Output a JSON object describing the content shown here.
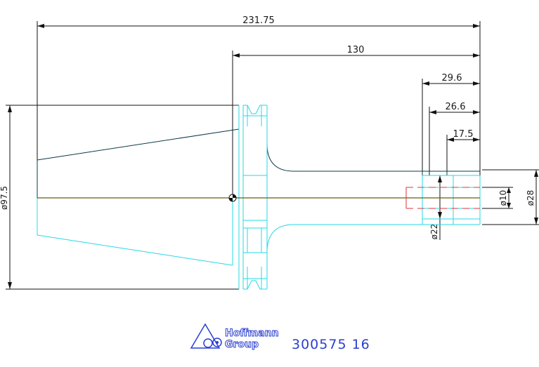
{
  "dimensions": {
    "overall_length": "231.75",
    "shank_length": "130",
    "bore_depth_1": "29.6",
    "bore_depth_2": "26.6",
    "bore_depth_3": "17.5",
    "flange_diameter": "ø97.5",
    "bore_diameter_10": "ø10",
    "bore_diameter_28": "ø28",
    "bore_diameter_22": "ø22"
  },
  "logo": {
    "word_1": "Hoffmann",
    "word_2": "Group",
    "icon": "hoffmann-group-logo"
  },
  "part_number": "300575 16",
  "colors": {
    "outline_cyan": "#26d9e6",
    "outline_dark": "#0c3a46",
    "hidden_red": "#e0303a",
    "dimension": "#111111",
    "brand_blue": "#2a3fd0"
  }
}
